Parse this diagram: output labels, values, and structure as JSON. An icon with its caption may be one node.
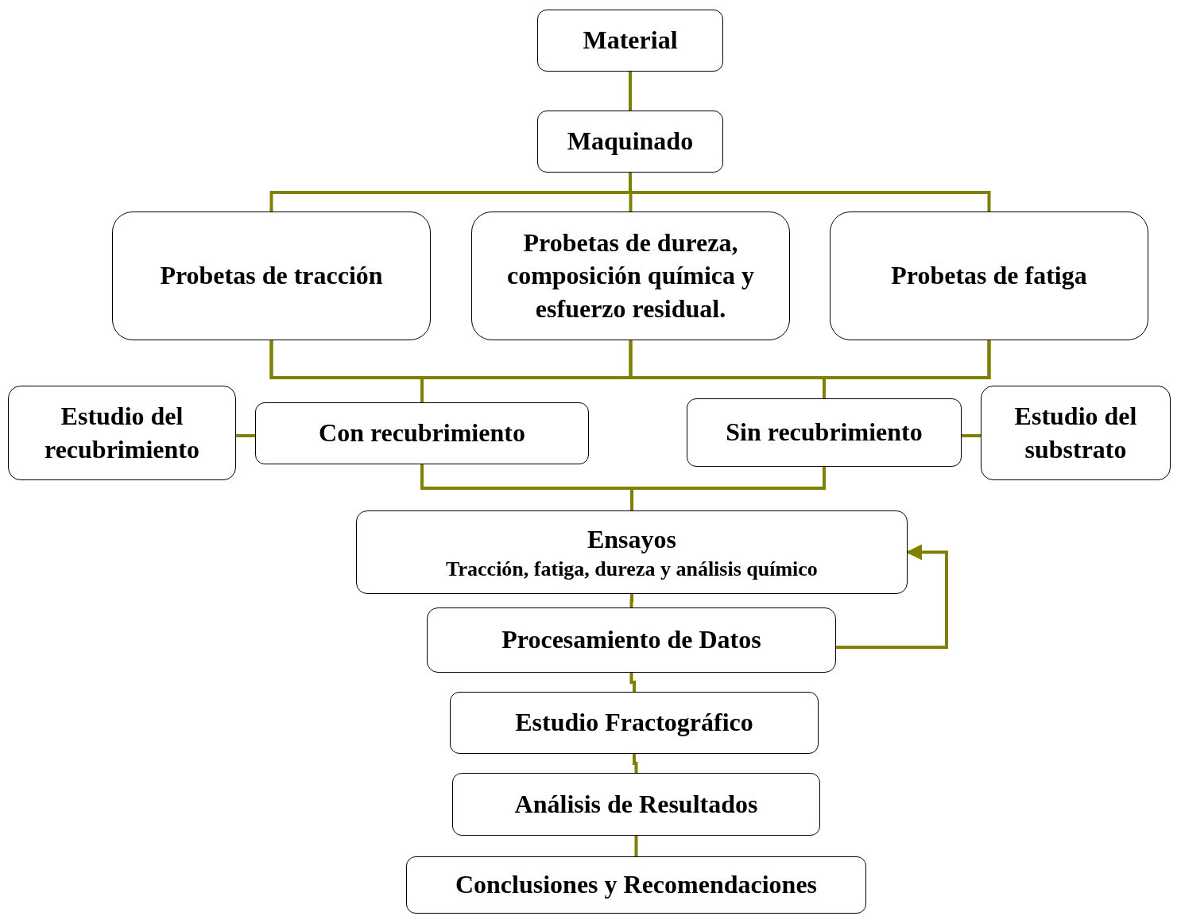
{
  "diagram": {
    "nodes": [
      {
        "text": [
          "Material"
        ]
      },
      {
        "text": [
          "Maquinado"
        ]
      },
      {
        "text": [
          "Probetas de tracción"
        ]
      },
      {
        "text": [
          "Probetas de dureza, composición química y esfuerzo residual."
        ]
      },
      {
        "text": [
          "Probetas de fatiga"
        ]
      },
      {
        "text": [
          "Estudio del recubrimiento"
        ]
      },
      {
        "text": [
          "Con recubrimiento"
        ]
      },
      {
        "text": [
          "Sin recubrimiento"
        ]
      },
      {
        "text": [
          "Estudio del substrato"
        ]
      },
      {
        "text": [
          "Ensayos",
          "Tracción, fatiga, dureza y análisis químico"
        ]
      },
      {
        "text": [
          "Procesamiento de Datos"
        ]
      },
      {
        "text": [
          "Estudio Fractográfico"
        ]
      },
      {
        "text": [
          "Análisis de Resultados"
        ]
      },
      {
        "text": [
          "Conclusiones y Recomendaciones"
        ]
      }
    ],
    "edges": [
      {
        "from": 0,
        "to": 1,
        "arrow": "none"
      },
      {
        "from": 1,
        "to": 2,
        "arrow": "none"
      },
      {
        "from": 1,
        "to": 3,
        "arrow": "none"
      },
      {
        "from": 1,
        "to": 4,
        "arrow": "none"
      },
      {
        "from": 2,
        "to": 6,
        "arrow": "none"
      },
      {
        "from": 2,
        "to": 7,
        "arrow": "none"
      },
      {
        "from": 3,
        "to": 6,
        "arrow": "none"
      },
      {
        "from": 3,
        "to": 7,
        "arrow": "none"
      },
      {
        "from": 4,
        "to": 6,
        "arrow": "none"
      },
      {
        "from": 4,
        "to": 7,
        "arrow": "none"
      },
      {
        "from": 5,
        "to": 6,
        "arrow": "none"
      },
      {
        "from": 7,
        "to": 8,
        "arrow": "none"
      },
      {
        "from": 6,
        "to": 9,
        "arrow": "none"
      },
      {
        "from": 7,
        "to": 9,
        "arrow": "none"
      },
      {
        "from": 9,
        "to": 10,
        "arrow": "none"
      },
      {
        "from": 10,
        "to": 9,
        "arrow": "to"
      },
      {
        "from": 10,
        "to": 11,
        "arrow": "none"
      },
      {
        "from": 11,
        "to": 12,
        "arrow": "none"
      },
      {
        "from": 12,
        "to": 13,
        "arrow": "none"
      }
    ]
  }
}
